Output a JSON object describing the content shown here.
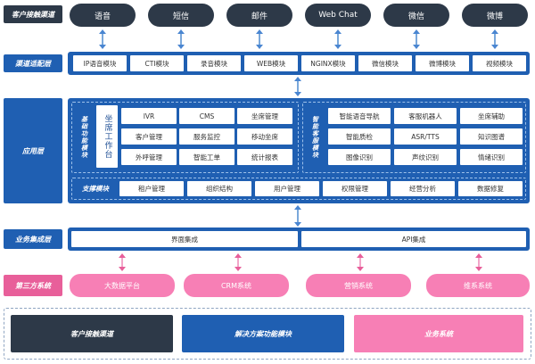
{
  "rows": {
    "channels": "客户接触渠道",
    "adapter": "渠道适配层",
    "app": "应用层",
    "integration": "业务集成层",
    "thirdparty": "第三方系统"
  },
  "channels": [
    "语音",
    "短信",
    "邮件",
    "Web Chat",
    "微信",
    "微博"
  ],
  "adapters": [
    "IP语音模块",
    "CTI模块",
    "录音模块",
    "WEB模块",
    "NGINX模块",
    "微信模块",
    "微博模块",
    "视频模块"
  ],
  "app": {
    "basic_title": "基础功能模块",
    "seat_desk": "坐席工作台",
    "basic_modules": [
      "IVR",
      "CMS",
      "坐席管理",
      "客户管理",
      "服务监控",
      "移动坐席",
      "外呼管理",
      "智能工单",
      "统计报表"
    ],
    "smart_title": "智能客服模块",
    "smart_modules": [
      "智能语音导航",
      "客服机器人",
      "坐席辅助",
      "智能质检",
      "ASR/TTS",
      "知识图谱",
      "图像识别",
      "声纹识别",
      "情绪识别"
    ],
    "support_title": "支撑模块",
    "support_modules": [
      "租户管理",
      "组织结构",
      "用户管理",
      "权限管理",
      "经营分析",
      "数据修复"
    ]
  },
  "integration": [
    "界面集成",
    "API集成"
  ],
  "thirdparty": [
    "大数据平台",
    "CRM系统",
    "营销系统",
    "维系系统"
  ],
  "legend": [
    "客户接触渠道",
    "解决方案功能模块",
    "业务系统"
  ],
  "colors": {
    "dark": "#2d3948",
    "blue": "#1f5fb2",
    "pink": "#f77fb5",
    "magenta": "#e85f9a"
  }
}
